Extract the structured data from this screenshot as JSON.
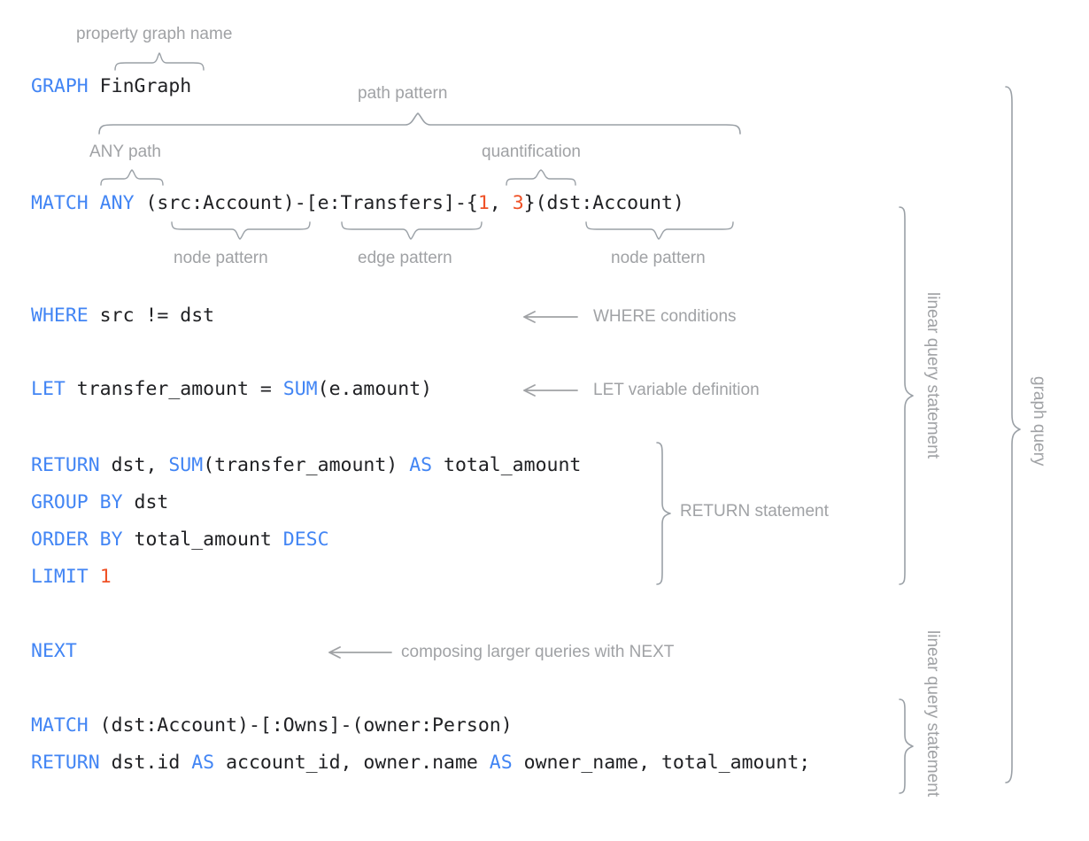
{
  "diagram": {
    "title": "GQL graph query anatomy",
    "colors": {
      "keyword": "#4285f4",
      "number": "#ef5126",
      "plain": "#202124",
      "annotation": "#a0a2a5",
      "brace": "#9aa0a6",
      "background": "#ffffff"
    }
  },
  "code": {
    "line_graph": {
      "keyword": "GRAPH",
      "name": " FinGraph"
    },
    "line_match": {
      "kw_match": "MATCH",
      "kw_any": " ANY",
      "pattern_a": " (src:Account)-[e:Transfers]-{",
      "num_1": "1",
      "sep": ", ",
      "num_3": "3",
      "pattern_b": "}(dst:Account)"
    },
    "line_where": {
      "keyword": "WHERE",
      "expr": " src != dst"
    },
    "line_let": {
      "keyword": "LET",
      "expr_a": " transfer_amount = ",
      "kw_sum": "SUM",
      "expr_b": "(e.amount)"
    },
    "line_return1": {
      "keyword": "RETURN",
      "expr_a": " dst, ",
      "kw_sum": "SUM",
      "expr_b": "(transfer_amount) ",
      "kw_as": "AS",
      "expr_c": " total_amount"
    },
    "line_groupby": {
      "kw_group": "GROUP",
      "kw_by": " BY",
      "expr": " dst"
    },
    "line_orderby": {
      "kw_order": "ORDER",
      "kw_by": " BY",
      "expr": " total_amount ",
      "kw_desc": "DESC"
    },
    "line_limit": {
      "keyword": "LIMIT",
      "space": " ",
      "num": "1"
    },
    "line_next": {
      "keyword": "NEXT"
    },
    "line_match2": {
      "keyword": "MATCH",
      "pattern": " (dst:Account)-[:Owns]-(owner:Person)"
    },
    "line_return2": {
      "keyword": "RETURN",
      "expr_a": " dst.id ",
      "kw_as1": "AS",
      "expr_b": " account_id, owner.name ",
      "kw_as2": "AS",
      "expr_c": " owner_name, total_amount;"
    }
  },
  "annotations": {
    "property_graph_name": "property graph name",
    "path_pattern": "path pattern",
    "any_path": "ANY path",
    "quantification": "quantification",
    "node_pattern_left": "node pattern",
    "edge_pattern": "edge pattern",
    "node_pattern_right": "node pattern",
    "where_conditions": "WHERE conditions",
    "let_variable_definition": "LET variable definition",
    "return_statement": "RETURN statement",
    "composing_next": "composing larger queries with NEXT",
    "linear_query_statement_1": "linear query statement",
    "linear_query_statement_2": "linear query statement",
    "graph_query": "graph query"
  }
}
